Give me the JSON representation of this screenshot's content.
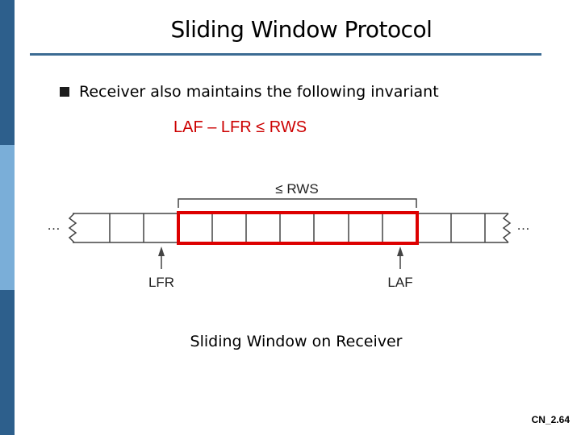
{
  "slide": {
    "title": "Sliding Window Protocol",
    "bullet": "Receiver also maintains the following invariant",
    "formula": "LAF – LFR ≤ RWS",
    "caption": "Sliding Window on Receiver",
    "slide_number": "CN_2.64"
  },
  "diagram": {
    "window_label": "≤ RWS",
    "left_marker": "LFR",
    "right_marker": "LAF",
    "ellipsis_left": "…",
    "ellipsis_right": "…"
  },
  "colors": {
    "sidebar_dark": "#2d5f8c",
    "sidebar_light": "#7aaed8",
    "title_rule": "#3c6b93",
    "formula": "#cc0000",
    "window_box": "#dd0000",
    "cells": "#444444"
  }
}
